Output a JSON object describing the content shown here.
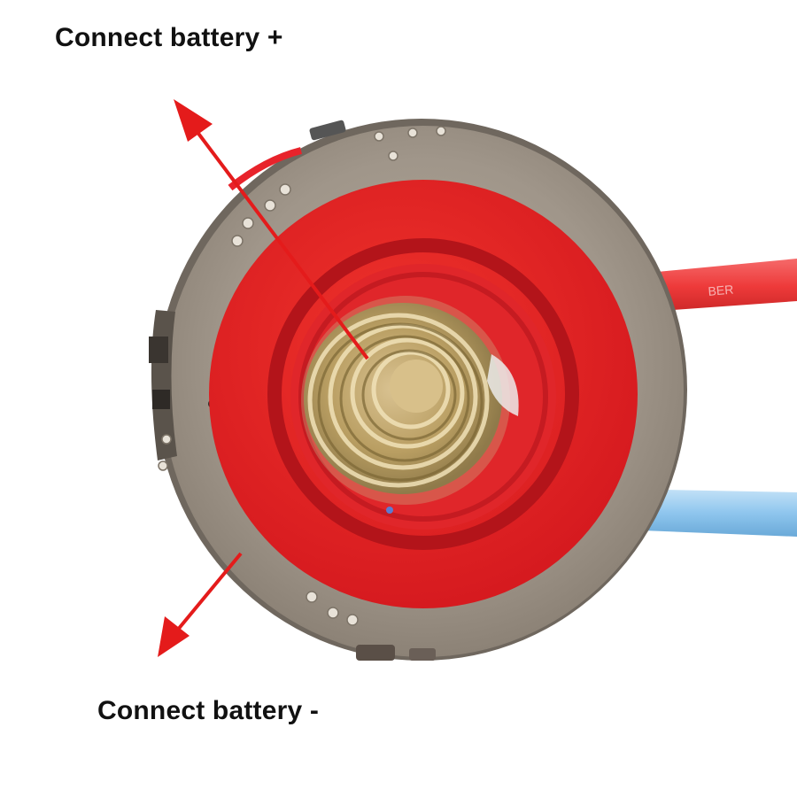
{
  "labels": {
    "positive": "Connect battery +",
    "negative": "Connect battery -"
  },
  "photo": {
    "subject": "flashlight driver board",
    "wire_print": "BER",
    "colors": {
      "pcb": "#a49a8c",
      "red_pad": "#e8232b",
      "spring": "#c8b27a",
      "red_wire": "#ef3d3d",
      "blue_wire": "#8fc6ee",
      "arrow": "#e41b1b"
    }
  }
}
